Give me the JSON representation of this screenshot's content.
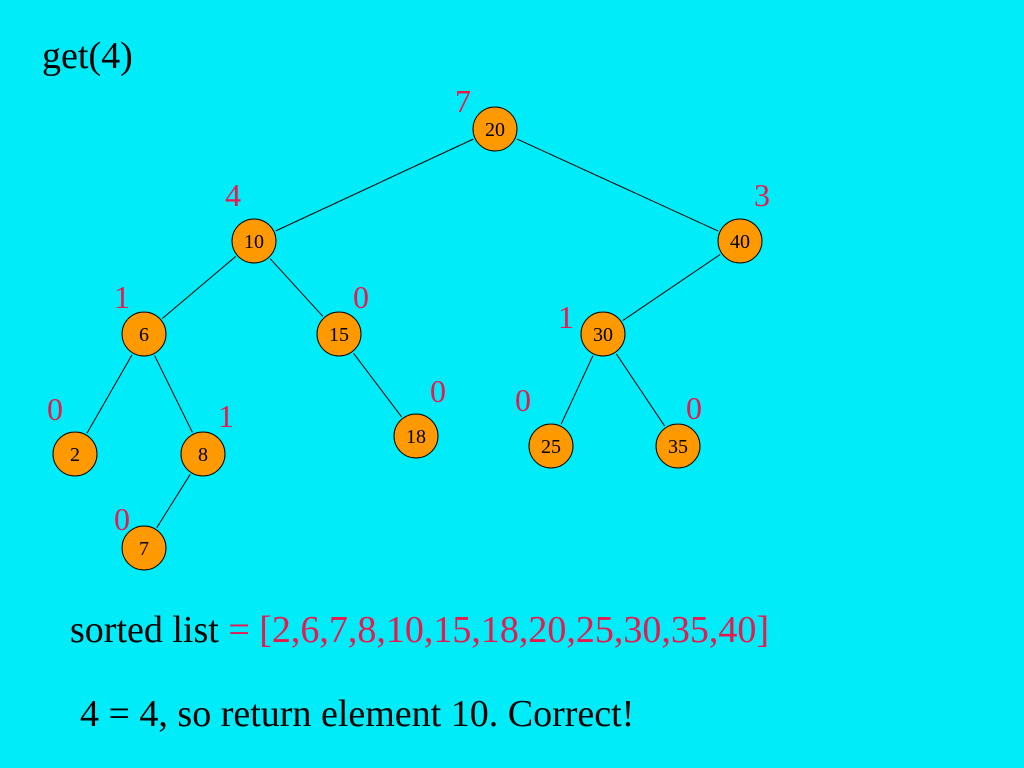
{
  "slide": {
    "title": "get(4)",
    "sorted_label": "sorted list",
    "sorted_eq": " = ",
    "sorted_value": "[2,6,7,8,10,15,18,20,25,30,35,40]",
    "conclusion": "4 = 4, so return element 10.  Correct!"
  },
  "colors": {
    "background": "#00ecf8",
    "node_fill": "#ff9900",
    "count_text": "#e8194f",
    "text": "#000000"
  },
  "tree": {
    "nodes": [
      {
        "id": "n20",
        "key": "20",
        "left_size": "7"
      },
      {
        "id": "n10",
        "key": "10",
        "left_size": "4"
      },
      {
        "id": "n40",
        "key": "40",
        "left_size": "3"
      },
      {
        "id": "n6",
        "key": "6",
        "left_size": "1"
      },
      {
        "id": "n15",
        "key": "15",
        "left_size": "0"
      },
      {
        "id": "n30",
        "key": "30",
        "left_size": "1"
      },
      {
        "id": "n2",
        "key": "2",
        "left_size": "0"
      },
      {
        "id": "n8",
        "key": "8",
        "left_size": "1"
      },
      {
        "id": "n18",
        "key": "18",
        "left_size": "0"
      },
      {
        "id": "n25",
        "key": "25",
        "left_size": "0"
      },
      {
        "id": "n35",
        "key": "35",
        "left_size": "0"
      },
      {
        "id": "n7",
        "key": "7",
        "left_size": "0"
      }
    ],
    "edges": [
      {
        "from": "n20",
        "to": "n10"
      },
      {
        "from": "n20",
        "to": "n40"
      },
      {
        "from": "n10",
        "to": "n6"
      },
      {
        "from": "n10",
        "to": "n15"
      },
      {
        "from": "n40",
        "to": "n30"
      },
      {
        "from": "n6",
        "to": "n2"
      },
      {
        "from": "n6",
        "to": "n8"
      },
      {
        "from": "n15",
        "to": "n18"
      },
      {
        "from": "n30",
        "to": "n25"
      },
      {
        "from": "n30",
        "to": "n35"
      },
      {
        "from": "n8",
        "to": "n7"
      }
    ]
  }
}
